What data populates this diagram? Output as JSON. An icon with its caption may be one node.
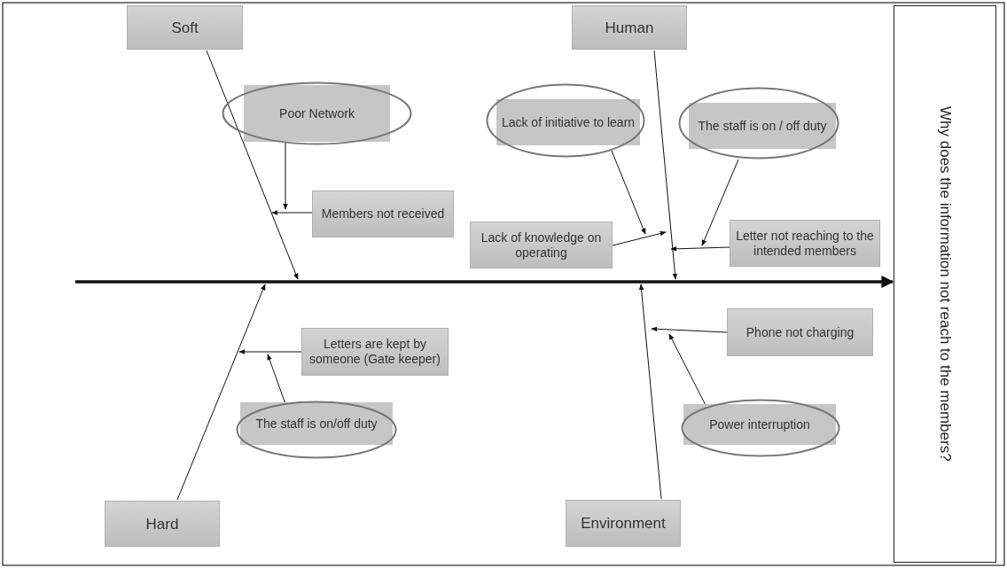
{
  "diagram": {
    "nodes": [
      {
        "text": [
          "Soft"
        ]
      },
      {
        "text": [
          "Poor Network"
        ]
      },
      {
        "text": [
          "Members not received"
        ]
      },
      {
        "text": [
          "Human"
        ]
      },
      {
        "text": [
          "Lack of initiative to learn"
        ]
      },
      {
        "text": [
          "The staff is on / off duty"
        ]
      },
      {
        "text": [
          "Lack of knowledge on operating"
        ]
      },
      {
        "text": [
          "Letter not reaching to the intended members"
        ]
      },
      {
        "text": [
          "Letters are kept by someone (Gate keeper)"
        ]
      },
      {
        "text": [
          "The staff is on/off duty"
        ]
      },
      {
        "text": [
          "Hard"
        ]
      },
      {
        "text": [
          "Phone not charging"
        ]
      },
      {
        "text": [
          "Power interruption"
        ]
      },
      {
        "text": [
          "Environment"
        ]
      },
      {
        "text": [
          "Why does the information not reach to the members?"
        ]
      }
    ],
    "edges": [
      {
        "from": null,
        "to": 14,
        "arrow": "to",
        "style": "thick"
      },
      {
        "from": 0,
        "to": null,
        "arrow": "to"
      },
      {
        "from": 3,
        "to": null,
        "arrow": "to"
      },
      {
        "from": 10,
        "to": null,
        "arrow": "to"
      },
      {
        "from": 13,
        "to": null,
        "arrow": "to"
      },
      {
        "from": 1,
        "to": null,
        "arrow": "to"
      },
      {
        "from": 2,
        "to": null,
        "arrow": "to"
      },
      {
        "from": 4,
        "to": null,
        "arrow": "to"
      },
      {
        "from": 6,
        "to": null,
        "arrow": "to"
      },
      {
        "from": 5,
        "to": null,
        "arrow": "to"
      },
      {
        "from": 7,
        "to": null,
        "arrow": "to"
      },
      {
        "from": 8,
        "to": null,
        "arrow": "to"
      },
      {
        "from": 9,
        "to": null,
        "arrow": "to"
      },
      {
        "from": 11,
        "to": null,
        "arrow": "to"
      },
      {
        "from": 12,
        "to": null,
        "arrow": "to"
      }
    ]
  }
}
